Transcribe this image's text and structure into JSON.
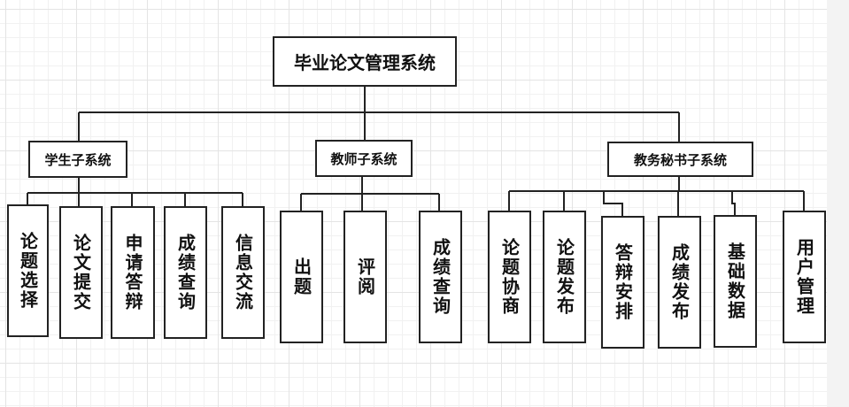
{
  "root": {
    "label": "毕业论文管理系统"
  },
  "subsystems": [
    {
      "label": "学生子系统",
      "children": [
        "论题选择",
        "论文提交",
        "申请答辩",
        "成绩查询",
        "信息交流"
      ]
    },
    {
      "label": "教师子系统",
      "children": [
        "出题",
        "评阅",
        "成绩查询"
      ]
    },
    {
      "label": "教务秘书子系统",
      "children": [
        "论题协商",
        "论题发布",
        "答辩安排",
        "成绩发布",
        "基础数据",
        "用户管理"
      ]
    }
  ],
  "colors": {
    "line": "#222222",
    "box_border": "#222222",
    "grid": "#e4e4e4"
  }
}
